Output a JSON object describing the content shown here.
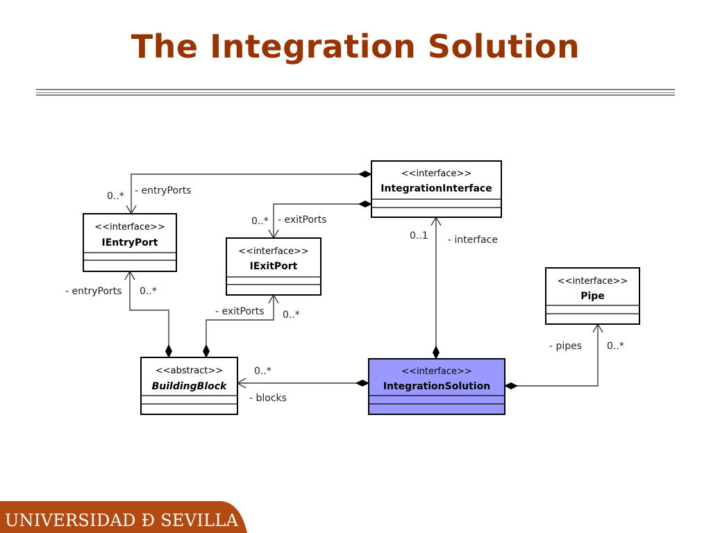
{
  "slide": {
    "title": "The Integration Solution",
    "footer": "UNIVERSIDAD Ð SEVILLA"
  },
  "colors": {
    "title": "#993300",
    "highlight_class": "#9999ff",
    "footer_band": "#b34a12"
  },
  "diagram": {
    "classes": {
      "integration_interface": {
        "stereotype": "<<interface>>",
        "name": "IntegrationInterface"
      },
      "ientry_port": {
        "stereotype": "<<interface>>",
        "name": "IEntryPort"
      },
      "iexit_port": {
        "stereotype": "<<interface>>",
        "name": "IExitPort"
      },
      "pipe": {
        "stereotype": "<<interface>>",
        "name": "Pipe"
      },
      "building_block": {
        "stereotype": "<<abstract>>",
        "name": "BuildingBlock"
      },
      "integration_solution": {
        "stereotype": "<<interface>>",
        "name": "IntegrationSolution"
      }
    },
    "associations": {
      "ii_entry": {
        "role": "- entryPorts",
        "multiplicity": "0..*"
      },
      "ii_exit": {
        "role": "- exitPorts",
        "multiplicity": "0..*"
      },
      "is_interface": {
        "role": "- interface",
        "multiplicity": "0..1"
      },
      "bb_entry": {
        "role": "- entryPorts",
        "multiplicity": "0..*"
      },
      "bb_exit": {
        "role": "- exitPorts",
        "multiplicity": "0..*"
      },
      "is_blocks": {
        "role": "- blocks",
        "multiplicity": "0..*"
      },
      "is_pipes": {
        "role": "- pipes",
        "multiplicity": "0..*"
      }
    }
  }
}
